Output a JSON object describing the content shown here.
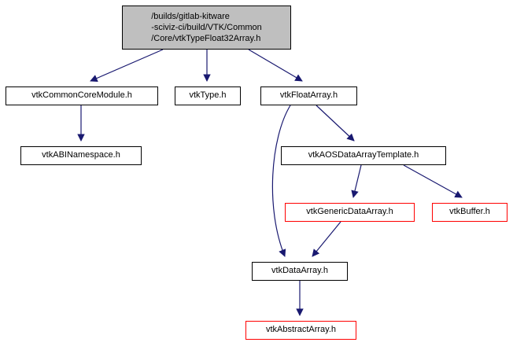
{
  "colors": {
    "edge": "#191970",
    "node_border": "#000000",
    "truncated_node_border": "#ff0000",
    "root_node_fill": "#bfbfbf",
    "node_fill": "#ffffff",
    "background": "#ffffff"
  },
  "graph": {
    "type": "include-dependency-graph",
    "root": {
      "id": "root",
      "label": "/builds/gitlab-kitware\n-sciviz-ci/build/VTK/Common\n/Core/vtkTypeFloat32Array.h",
      "style": "root"
    },
    "nodes": [
      {
        "id": "vtkCommonCoreModule",
        "label": "vtkCommonCoreModule.h",
        "style": "normal"
      },
      {
        "id": "vtkType",
        "label": "vtkType.h",
        "style": "normal"
      },
      {
        "id": "vtkFloatArray",
        "label": "vtkFloatArray.h",
        "style": "normal"
      },
      {
        "id": "vtkABINamespace",
        "label": "vtkABINamespace.h",
        "style": "normal"
      },
      {
        "id": "vtkAOSDataArrayTemplate",
        "label": "vtkAOSDataArrayTemplate.h",
        "style": "normal"
      },
      {
        "id": "vtkGenericDataArray",
        "label": "vtkGenericDataArray.h",
        "style": "truncated"
      },
      {
        "id": "vtkBuffer",
        "label": "vtkBuffer.h",
        "style": "truncated"
      },
      {
        "id": "vtkDataArray",
        "label": "vtkDataArray.h",
        "style": "normal"
      },
      {
        "id": "vtkAbstractArray",
        "label": "vtkAbstractArray.h",
        "style": "truncated"
      }
    ],
    "edges": [
      {
        "from": "root",
        "to": "vtkCommonCoreModule"
      },
      {
        "from": "root",
        "to": "vtkType"
      },
      {
        "from": "root",
        "to": "vtkFloatArray"
      },
      {
        "from": "vtkCommonCoreModule",
        "to": "vtkABINamespace"
      },
      {
        "from": "vtkFloatArray",
        "to": "vtkAOSDataArrayTemplate"
      },
      {
        "from": "vtkFloatArray",
        "to": "vtkDataArray"
      },
      {
        "from": "vtkAOSDataArrayTemplate",
        "to": "vtkGenericDataArray"
      },
      {
        "from": "vtkAOSDataArrayTemplate",
        "to": "vtkBuffer"
      },
      {
        "from": "vtkGenericDataArray",
        "to": "vtkDataArray"
      },
      {
        "from": "vtkDataArray",
        "to": "vtkAbstractArray"
      }
    ]
  }
}
